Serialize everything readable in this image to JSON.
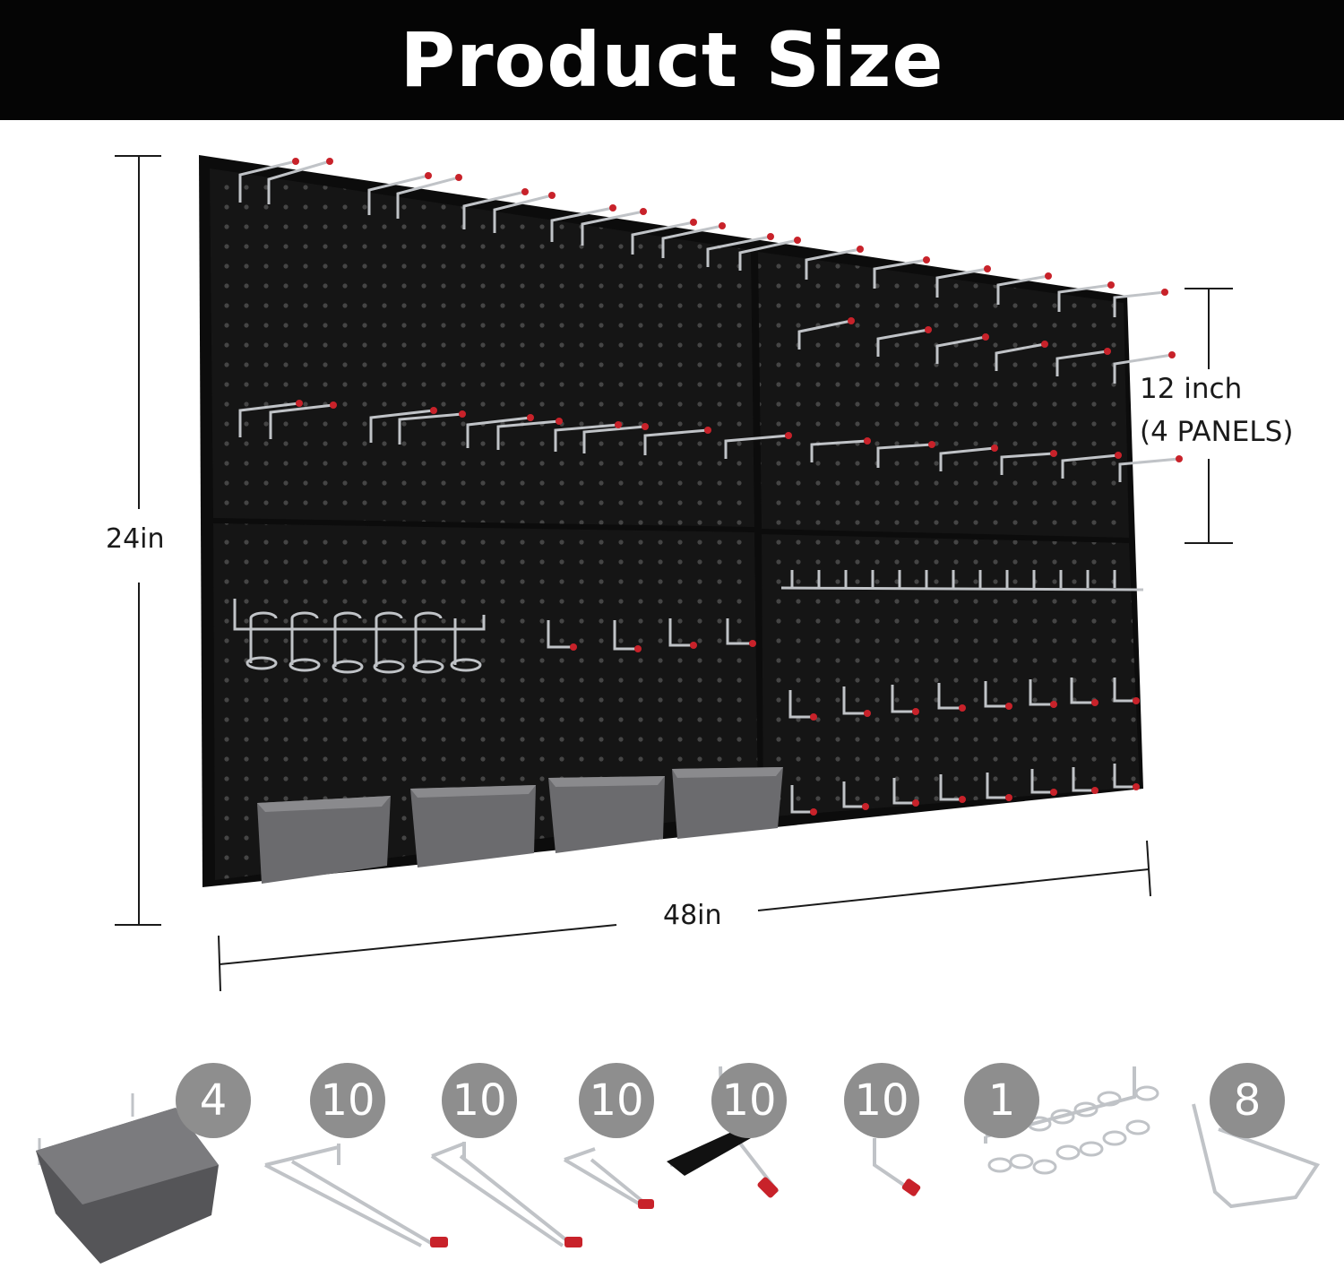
{
  "title": "Product Size",
  "dimensions": {
    "height": "24in",
    "width": "48in",
    "panel_size": "12 inch",
    "panel_count": "(4 PANELS)"
  },
  "accessories": [
    {
      "item": "bin-icon",
      "count": "4"
    },
    {
      "item": "double-hook-long-icon",
      "count": "10"
    },
    {
      "item": "double-hook-medium-icon",
      "count": "10"
    },
    {
      "item": "double-hook-short-icon",
      "count": "10"
    },
    {
      "item": "angled-hook-icon",
      "count": "10"
    },
    {
      "item": "l-hook-icon",
      "count": "10"
    },
    {
      "item": "screwdriver-rack-icon",
      "count": "1"
    },
    {
      "item": "u-hook-icon",
      "count": "8"
    }
  ],
  "colors": {
    "banner": "#050505",
    "panel": "#141414",
    "bin": "#6b6b6e",
    "badge": "#8e8e8e",
    "tip": "#c8222a",
    "metal": "#b9bcc0"
  }
}
